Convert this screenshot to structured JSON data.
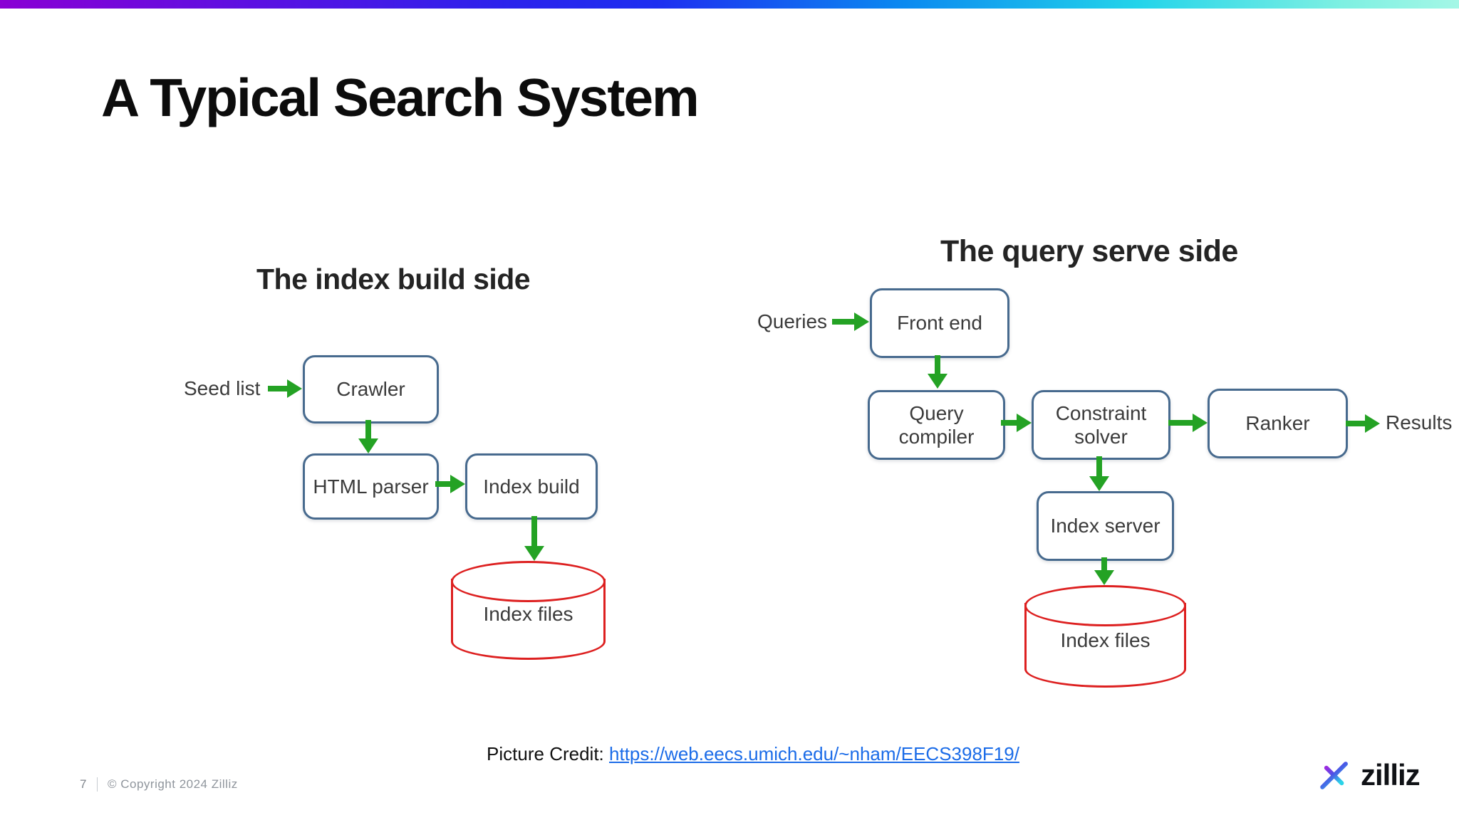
{
  "slide": {
    "title": "A Typical Search System",
    "page_number": "7",
    "copyright": "© Copyright  2024  Zilliz",
    "credit": {
      "label": "Picture Credit:",
      "url_text": "https://web.eecs.umich.edu/~nham/EECS398F19/"
    },
    "logo": {
      "wordmark": "zilliz",
      "icon": "starburst-icon"
    }
  },
  "colors": {
    "arrow_green": "#24a224",
    "box_border_blue": "#476a8e",
    "cylinder_red": "#dd2020",
    "link_blue": "#1b6ce8",
    "topbar_gradient": [
      "#8a00d4",
      "#1d2ef0",
      "#23d4ea",
      "#a4f7e6"
    ]
  },
  "index_build_diagram": {
    "heading": "The index build side",
    "source_label": "Seed list",
    "nodes": {
      "crawler": "Crawler",
      "html_parser": "HTML parser",
      "index_build": "Index build",
      "index_files": "Index files"
    },
    "edges": [
      "Seed list → Crawler",
      "Crawler → HTML parser",
      "HTML parser → Index build",
      "Index build → Index files"
    ]
  },
  "query_serve_diagram": {
    "heading": "The query serve side",
    "source_label": "Queries",
    "sink_label": "Results",
    "nodes": {
      "front_end": "Front end",
      "query_compiler": "Query compiler",
      "constraint_solver": "Constraint solver",
      "ranker": "Ranker",
      "index_server": "Index server",
      "index_files": "Index files"
    },
    "edges": [
      "Queries → Front end",
      "Front end → Query compiler",
      "Query compiler → Constraint solver",
      "Constraint solver → Ranker",
      "Ranker → Results",
      "Constraint solver → Index server",
      "Index server → Index files"
    ]
  }
}
